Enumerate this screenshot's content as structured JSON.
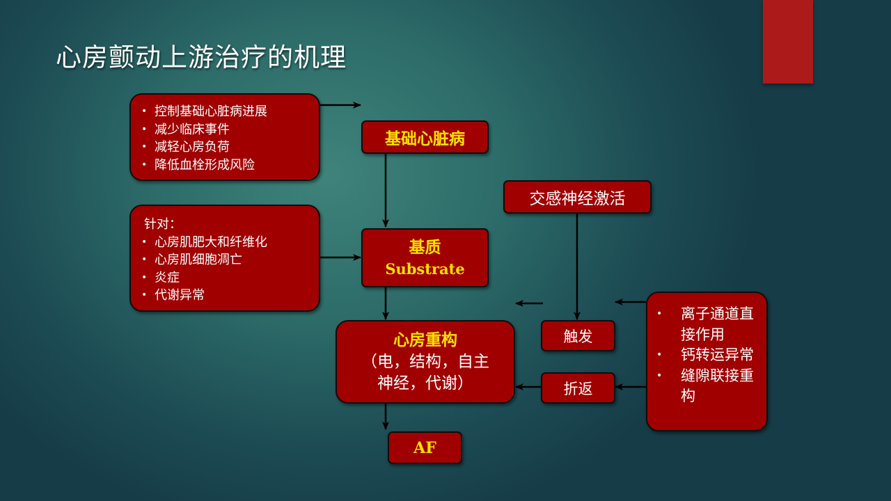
{
  "slide": {
    "title": "心房颤动上游治疗的机理",
    "accent_color": "#ad1a1a",
    "box_color": "#a10000",
    "highlight_color": "#ffe200"
  },
  "diagram": {
    "box_control": {
      "items": [
        "控制基础心脏病进展",
        "减少临床事件",
        "减轻心房负荷",
        "降低血栓形成风险"
      ]
    },
    "box_target": {
      "heading": "针对：",
      "items": [
        "心房肌肥大和纤维化",
        "心房肌细胞凋亡",
        "炎症",
        "代谢异常"
      ]
    },
    "node_base_disease": "基础心脏病",
    "node_substrate": {
      "line1": "基质",
      "line2": "Substrate"
    },
    "node_remodeling": {
      "title": "心房重构",
      "line1": "（电，结构，自主",
      "line2": "神经，代谢）"
    },
    "node_af": "AF",
    "node_sympathetic": "交感神经激活",
    "node_trigger": "触发",
    "node_reentry": "折返",
    "box_mechanisms": {
      "items": [
        "离子通道直接作用",
        "钙转运异常",
        "缝隙联接重构"
      ]
    }
  }
}
